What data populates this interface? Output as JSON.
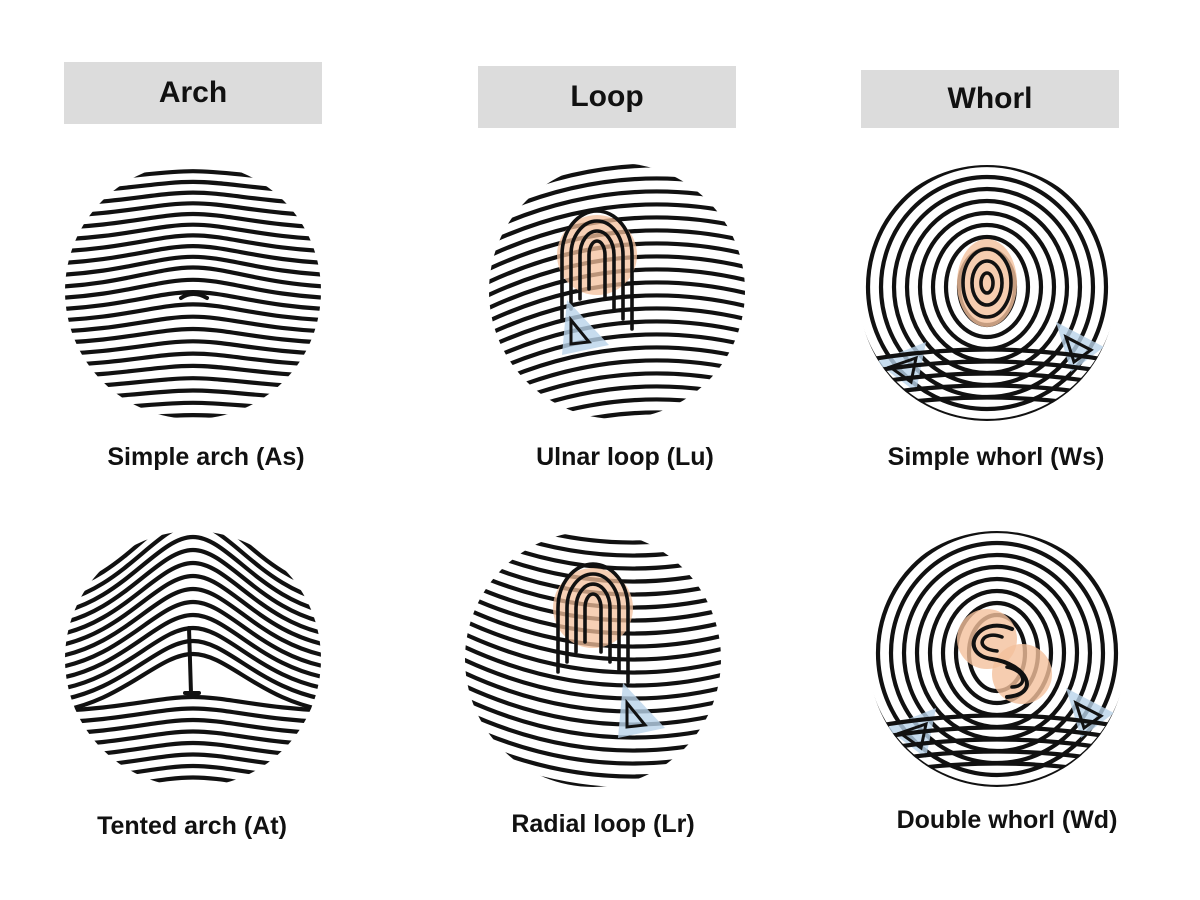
{
  "columns": [
    {
      "title": "Arch"
    },
    {
      "title": "Loop"
    },
    {
      "title": "Whorl"
    }
  ],
  "patterns": [
    {
      "caption": "Simple arch (As)"
    },
    {
      "caption": "Tented arch (At)"
    },
    {
      "caption": "Ulnar loop (Lu)"
    },
    {
      "caption": "Radial loop (Lr)"
    },
    {
      "caption": "Simple whorl (Ws)"
    },
    {
      "caption": "Double whorl (Wd)"
    }
  ],
  "colors": {
    "header_bg": "#dcdcdc",
    "core_highlight": "#f4c09c",
    "delta_highlight": "#b9d3ea",
    "ridge": "#111111"
  }
}
